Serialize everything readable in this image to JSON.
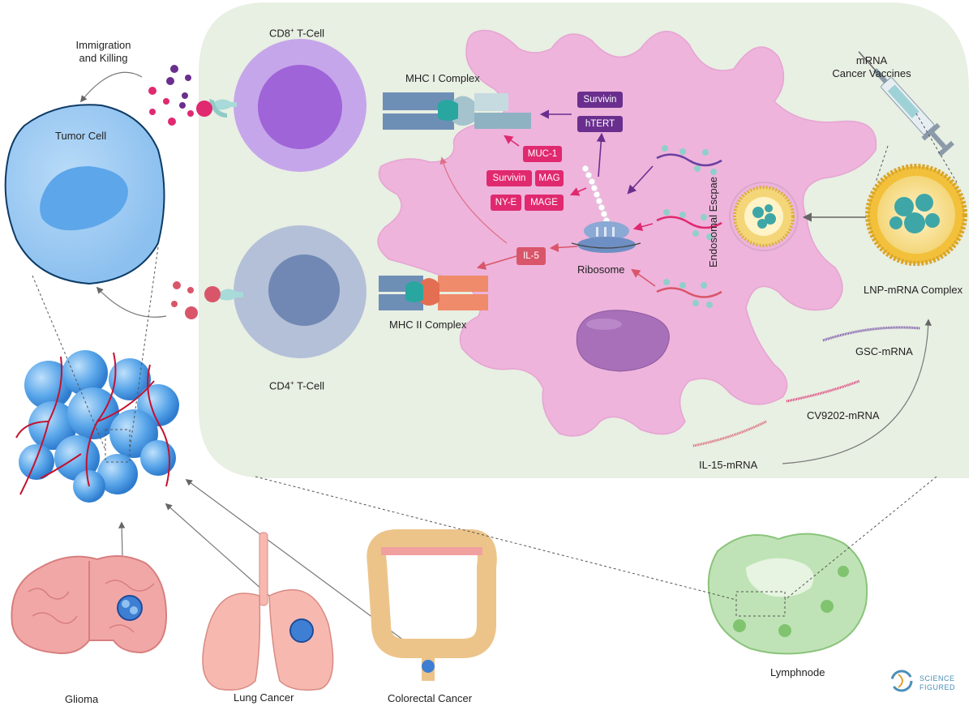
{
  "labels": {
    "cd8_prefix": "CD8",
    "cd8_sup": "+",
    "cd8_suffix": " T-Cell",
    "cd4_prefix": "CD4",
    "cd4_sup": "+",
    "cd4_suffix": " T-Cell",
    "immigration_line1": "Immigration",
    "immigration_line2": "and Killing",
    "tumor_cell": "Tumor Cell",
    "mhc1": "MHC I Complex",
    "mhc2": "MHC II Complex",
    "ribosome": "Ribosome",
    "endosomal_escape": "Endosomal Escpae",
    "mrna_vaccines_line1": "mRNA",
    "mrna_vaccines_line2": "Cancer Vaccines",
    "lnp_complex": "LNP-mRNA Complex",
    "gsc_mrna": "GSC-mRNA",
    "cv9202_mrna": "CV9202-mRNA",
    "il15_mrna": "IL-15-mRNA",
    "glioma": "Glioma",
    "lung_cancer": "Lung Cancer",
    "colorectal_cancer": "Colorectal Cancer",
    "lymphnode": "Lymphnode"
  },
  "antigens": {
    "survivin_mhc1": "Survivin",
    "htert": "hTERT",
    "muc1": "MUC-1",
    "survivin": "Survivin",
    "mag": "MAG",
    "nye": "NY-E",
    "mage": "MAGE",
    "il5": "IL-5"
  },
  "logo": {
    "line1": "SCIENCE",
    "line2": "FIGURED"
  },
  "colors": {
    "panel_bg": "#e8efe3",
    "dendritic_cell": "#eeb4dc",
    "cd8_cell": "#c6a6ea",
    "cd8_nucleus": "#9f64d8",
    "cd4_cell": "#b4c0d8",
    "cd4_nucleus": "#7088b3",
    "tumor_cell": "#a8d0f5",
    "tumor_nucleus": "#5ea6ea",
    "antigen_purple": "#6a2f8e",
    "antigen_pink": "#e0296f",
    "il5_red": "#d9566a",
    "lnp_yellow": "#f2c03a",
    "lymphnode_green": "#bfe3b6"
  }
}
